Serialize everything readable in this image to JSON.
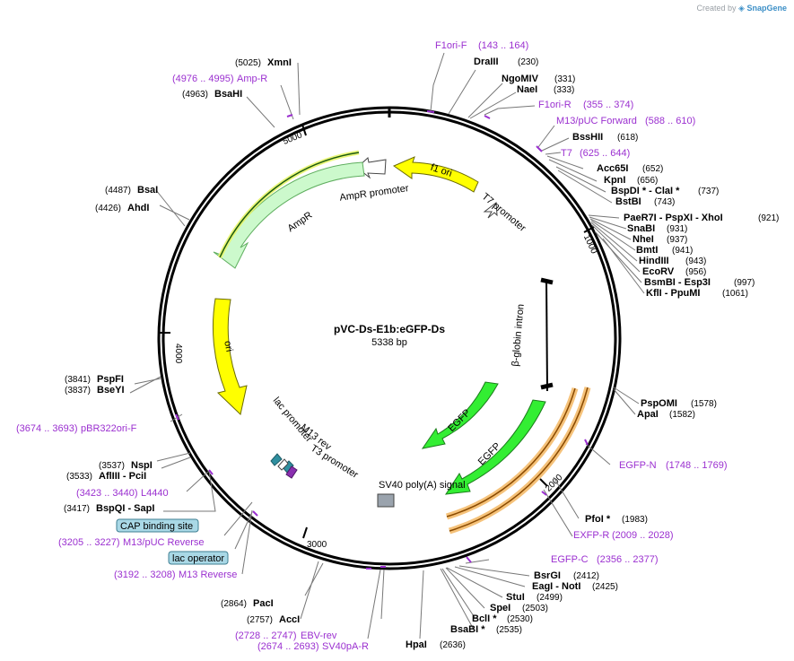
{
  "credit": {
    "prefix": "Created by",
    "brand": "SnapGene"
  },
  "plasmid": {
    "name": "pVC-Ds-E1b:eGFP-Ds",
    "size": "5338 bp"
  },
  "ticks": [
    "1000",
    "2000",
    "3000",
    "4000",
    "5000"
  ],
  "features": [
    {
      "label": "f1 ori",
      "kind": "arrow",
      "color": "#ffff00"
    },
    {
      "label": "AmpR promoter",
      "kind": "arrow",
      "color": "#ffffff"
    },
    {
      "label": "AmpR",
      "kind": "arrow",
      "color": "#ccf9cc"
    },
    {
      "label": "T7 promoter",
      "kind": "arrow",
      "color": "#ffffff"
    },
    {
      "label": "ori",
      "kind": "arrow",
      "color": "#ffff00"
    },
    {
      "label": "β-globin intron",
      "kind": "segment",
      "color": "#000000"
    },
    {
      "label": "EGFP",
      "kind": "arrow",
      "color": "#33ee33"
    },
    {
      "label": "EGFP",
      "kind": "arrow",
      "color": "#33ee33"
    },
    {
      "label": "lac promoter",
      "kind": "arrow",
      "color": "#ffffff"
    },
    {
      "label": "M13 rev",
      "kind": "arrow",
      "color": "#ffffff"
    },
    {
      "label": "T3 promoter",
      "kind": "arrow",
      "color": "#ffffff"
    },
    {
      "label": "SV40 poly(A) signal",
      "kind": "box",
      "color": "#9aa3ad"
    }
  ],
  "sites_right": [
    {
      "name": "DraIII",
      "pos": "(230)"
    },
    {
      "name": "NgoMIV",
      "pos": "(331)"
    },
    {
      "name": "NaeI",
      "pos": "(333)"
    },
    {
      "name": "BssHII",
      "pos": "(618)"
    },
    {
      "name": "Acc65I",
      "pos": "(652)"
    },
    {
      "name": "KpnI",
      "pos": "(656)"
    },
    {
      "name": "BspDI * - ClaI *",
      "pos": "(737)"
    },
    {
      "name": "BstBI",
      "pos": "(743)"
    },
    {
      "name": "PaeR7I - PspXI - XhoI",
      "pos": "(921)"
    },
    {
      "name": "SnaBI",
      "pos": "(931)"
    },
    {
      "name": "NheI",
      "pos": "(937)"
    },
    {
      "name": "BmtI",
      "pos": "(941)"
    },
    {
      "name": "HindIII",
      "pos": "(943)"
    },
    {
      "name": "EcoRV",
      "pos": "(956)"
    },
    {
      "name": "BsmBI - Esp3I",
      "pos": "(997)"
    },
    {
      "name": "KflI - PpuMI",
      "pos": "(1061)"
    },
    {
      "name": "PspOMI",
      "pos": "(1578)"
    },
    {
      "name": "ApaI",
      "pos": "(1582)"
    },
    {
      "name": "PfoI *",
      "pos": "(1983)"
    },
    {
      "name": "BsrGI",
      "pos": "(2412)"
    },
    {
      "name": "EagI - NotI",
      "pos": "(2425)"
    },
    {
      "name": "StuI",
      "pos": "(2499)"
    },
    {
      "name": "SpeI",
      "pos": "(2503)"
    },
    {
      "name": "BclI *",
      "pos": "(2530)"
    },
    {
      "name": "BsaBI *",
      "pos": "(2535)"
    },
    {
      "name": "HpaI",
      "pos": "(2636)"
    }
  ],
  "sites_left": [
    {
      "name": "XmnI",
      "pos": "(5025)"
    },
    {
      "name": "BsaHI",
      "pos": "(4963)"
    },
    {
      "name": "BsaI",
      "pos": "(4487)"
    },
    {
      "name": "AhdI",
      "pos": "(4426)"
    },
    {
      "name": "PspFI",
      "pos": "(3841)"
    },
    {
      "name": "BseYI",
      "pos": "(3837)"
    },
    {
      "name": "NspI",
      "pos": "(3537)"
    },
    {
      "name": "AflIII - PciI",
      "pos": "(3533)"
    },
    {
      "name": "BspQI - SapI",
      "pos": "(3417)"
    },
    {
      "name": "PacI",
      "pos": "(2864)"
    },
    {
      "name": "AccI",
      "pos": "(2757)"
    }
  ],
  "primers": [
    {
      "name": "F1ori-F",
      "range": "(143 .. 164)"
    },
    {
      "name": "F1ori-R",
      "range": "(355 .. 374)"
    },
    {
      "name": "M13/pUC Forward",
      "range": "(588 .. 610)"
    },
    {
      "name": "T7",
      "range": "(625 .. 644)"
    },
    {
      "name": "EGFP-N",
      "range": "(1748 .. 1769)"
    },
    {
      "name": "EXFP-R",
      "range": "(2009 .. 2028)"
    },
    {
      "name": "EGFP-C",
      "range": "(2356 .. 2377)"
    },
    {
      "name": "EBV-rev",
      "range": "(2728 .. 2747)"
    },
    {
      "name": "SV40pA-R",
      "range": "(2674 .. 2693)"
    },
    {
      "name": "Amp-R",
      "range": "(4976 .. 4995)"
    },
    {
      "name": "pBR322ori-F",
      "range": "(3674 .. 3693)"
    },
    {
      "name": "L4440",
      "range": "(3423 .. 3440)"
    },
    {
      "name": "M13/pUC Reverse",
      "range": "(3205 .. 3227)"
    },
    {
      "name": "M13 Reverse",
      "range": "(3192 .. 3208)"
    }
  ],
  "boxed": [
    {
      "name": "CAP binding site"
    },
    {
      "name": "lac operator"
    }
  ]
}
